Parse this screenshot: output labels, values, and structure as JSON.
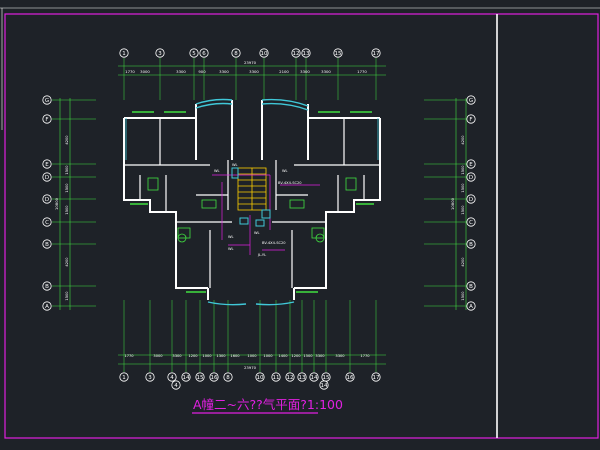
{
  "drawing": {
    "title": "A幢二~六??气平面?1:100",
    "top_axes": [
      "1",
      "3",
      "5",
      "6",
      "8",
      "10",
      "12",
      "13",
      "15",
      "17"
    ],
    "top_dims": [
      "1770",
      "3000",
      "3300",
      "900",
      "3300",
      "3300",
      "2100",
      "3300",
      "3300",
      "1770"
    ],
    "top_total": "23970",
    "bottom_axes": [
      "1",
      "3",
      "4",
      "14",
      "15",
      "16",
      "8",
      "10",
      "11",
      "12",
      "13",
      "14",
      "15",
      "16",
      "17"
    ],
    "bottom_axes_lower": [
      "4",
      "14"
    ],
    "bottom_dims": [
      "1770",
      "3000",
      "3300",
      "1200",
      "1000",
      "1300",
      "1600",
      "1000",
      "1000",
      "1400",
      "1200",
      "1500",
      "3300",
      "3300",
      "1770"
    ],
    "bottom_total": "23970",
    "left_axes": [
      "G",
      "F",
      "E",
      "D",
      "D",
      "C",
      "B",
      "B",
      "A"
    ],
    "right_axes": [
      "G",
      "F",
      "E",
      "D",
      "D",
      "C",
      "B",
      "B",
      "A"
    ],
    "side_dims": [
      "4200",
      "1500",
      "1500",
      "1500",
      "4200",
      "1500"
    ],
    "side_total": "10800",
    "annotations": [
      "WL",
      "WL",
      "BV-4X4-SC20",
      "WL",
      "WL",
      "BV-4X4-SC20",
      "WL",
      "JL-YL",
      "WL"
    ],
    "colors": {
      "background": "#1e2228",
      "frame": "#e020e0",
      "wall": "#ffffff",
      "axis": "#40e040",
      "bubble": "#ffffff",
      "window": "#40c8d8",
      "stair": "#ffd000",
      "title": "#e020e0"
    }
  }
}
